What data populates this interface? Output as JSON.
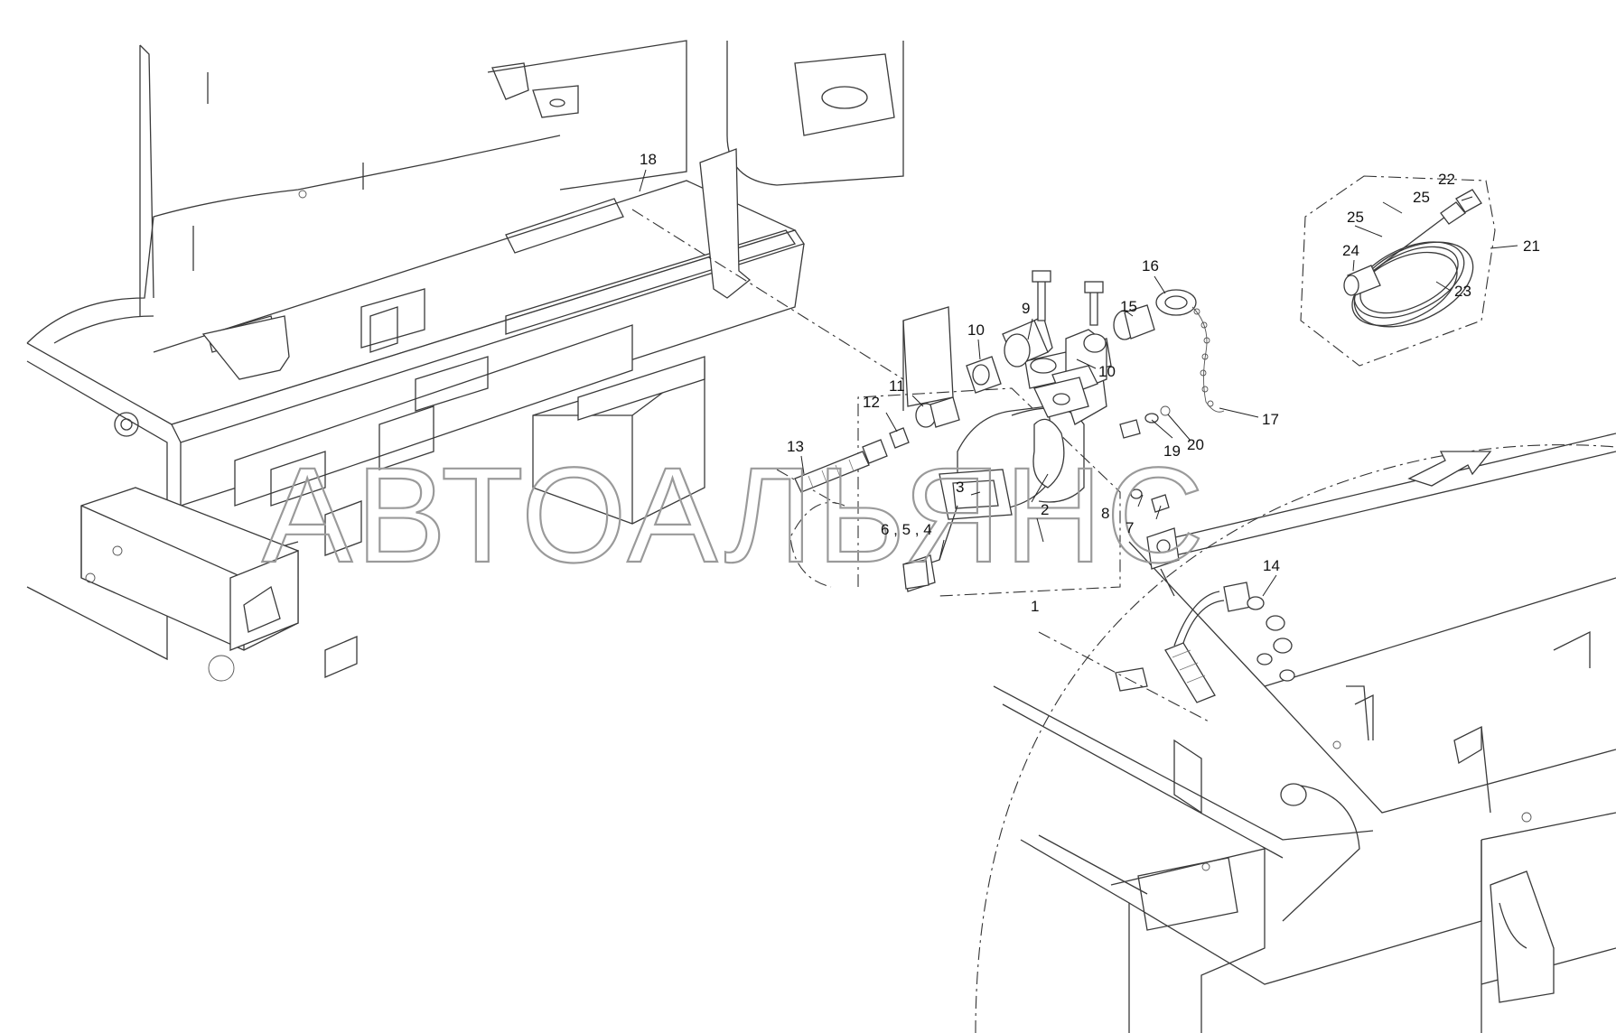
{
  "watermark": "АВТОАЛЬЯНС",
  "callouts": [
    {
      "id": "c1",
      "text": "1"
    },
    {
      "id": "c2",
      "text": "2"
    },
    {
      "id": "c3",
      "text": "3"
    },
    {
      "id": "c654",
      "text": "6 , 5 , 4"
    },
    {
      "id": "c7",
      "text": "7"
    },
    {
      "id": "c8",
      "text": "8"
    },
    {
      "id": "c9",
      "text": "9"
    },
    {
      "id": "c10a",
      "text": "10"
    },
    {
      "id": "c10b",
      "text": "10"
    },
    {
      "id": "c11",
      "text": "11"
    },
    {
      "id": "c12",
      "text": "12"
    },
    {
      "id": "c13",
      "text": "13"
    },
    {
      "id": "c14",
      "text": "14"
    },
    {
      "id": "c15",
      "text": "15"
    },
    {
      "id": "c16",
      "text": "16"
    },
    {
      "id": "c17",
      "text": "17"
    },
    {
      "id": "c18",
      "text": "18"
    },
    {
      "id": "c19",
      "text": "19"
    },
    {
      "id": "c20",
      "text": "20"
    },
    {
      "id": "c21",
      "text": "21"
    },
    {
      "id": "c22",
      "text": "22"
    },
    {
      "id": "c23",
      "text": "23"
    },
    {
      "id": "c24",
      "text": "24"
    },
    {
      "id": "c25a",
      "text": "25"
    },
    {
      "id": "c25b",
      "text": "25"
    }
  ]
}
